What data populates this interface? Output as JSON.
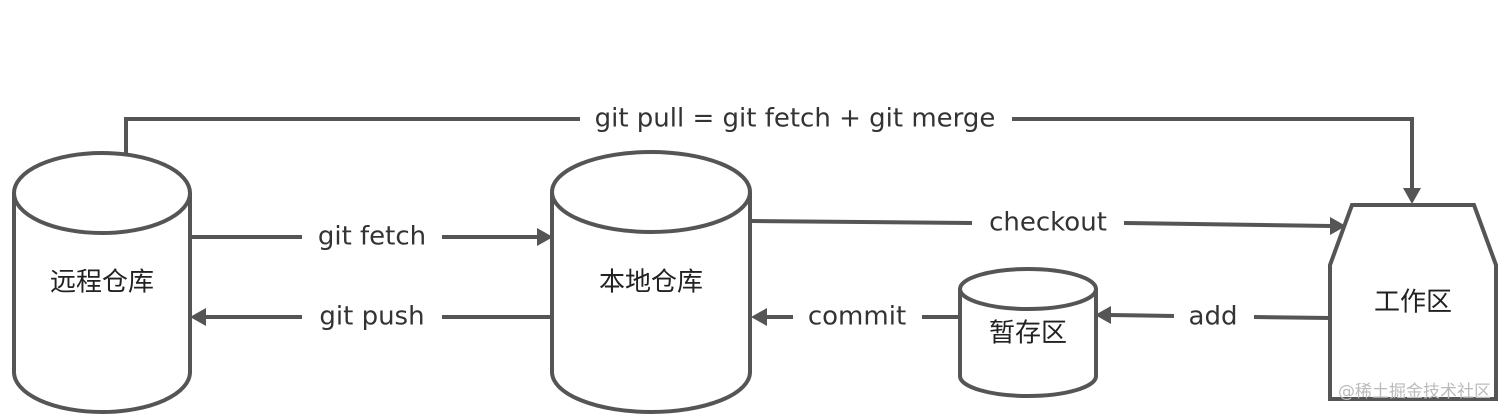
{
  "diagram": {
    "nodes": {
      "remote_repo": "远程仓库",
      "local_repo": "本地仓库",
      "staging_area": "暂存区",
      "working_dir": "工作区"
    },
    "edges": {
      "git_pull": "git pull = git fetch + git merge",
      "git_fetch": "git fetch",
      "git_push": "git push",
      "checkout": "checkout",
      "commit": "commit",
      "add": "add"
    }
  },
  "watermark": "@稀土掘金技术社区",
  "colors": {
    "stroke": "#555555",
    "text": "#333333",
    "background": "#ffffff"
  }
}
